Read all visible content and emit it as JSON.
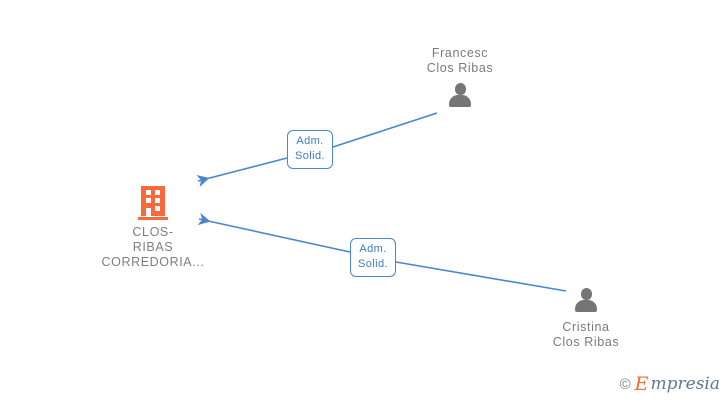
{
  "diagram": {
    "title": "Company relationship graph",
    "background": "#ffffff",
    "edge_color": "#4a86d0",
    "company_color": "#f86a3b",
    "person_color": "#757575",
    "label_color": "#7b7b7b",
    "nodes": [
      {
        "id": "francesc",
        "type": "person",
        "icon": "person-icon",
        "label": "Francesc\nClos Ribas"
      },
      {
        "id": "company",
        "type": "company",
        "icon": "building-icon",
        "label": "CLOS-\nRIBAS\nCORREDORIA..."
      },
      {
        "id": "cristina",
        "type": "person",
        "icon": "person-icon",
        "label": "Cristina\nClos Ribas"
      }
    ],
    "edges": [
      {
        "id": "edge-francesc-company",
        "from": "francesc",
        "to": "company",
        "label": "Adm.\nSolid.",
        "arrow": "to-company"
      },
      {
        "id": "edge-cristina-company",
        "from": "cristina",
        "to": "company",
        "label": "Adm.\nSolid.",
        "arrow": "to-company"
      }
    ]
  },
  "watermark": {
    "copyright": "©",
    "brand_initial": "E",
    "brand_rest": "mpresia"
  }
}
